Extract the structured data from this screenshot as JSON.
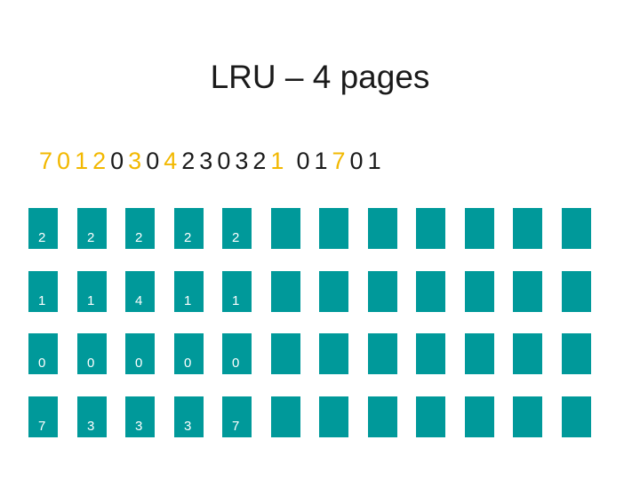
{
  "title": "LRU – 4 pages",
  "reference_string": [
    {
      "value": "7",
      "highlight": true
    },
    {
      "value": "0",
      "highlight": true
    },
    {
      "value": "1",
      "highlight": true
    },
    {
      "value": "2",
      "highlight": true
    },
    {
      "value": "0",
      "highlight": false
    },
    {
      "value": "3",
      "highlight": true
    },
    {
      "value": "0",
      "highlight": false
    },
    {
      "value": "4",
      "highlight": true
    },
    {
      "value": "2",
      "highlight": false
    },
    {
      "value": "3",
      "highlight": false
    },
    {
      "value": "0",
      "highlight": false
    },
    {
      "value": "3",
      "highlight": false
    },
    {
      "value": "2",
      "highlight": false
    },
    {
      "value": "1",
      "highlight": true
    },
    {
      "value": "0",
      "highlight": false
    },
    {
      "value": "1",
      "highlight": false
    },
    {
      "value": "7",
      "highlight": true
    },
    {
      "value": "0",
      "highlight": false
    },
    {
      "value": "1",
      "highlight": false
    }
  ],
  "colors": {
    "highlight": "#f2b800",
    "normal": "#1a1a1a",
    "frame_fill": "#00999a",
    "frame_text": "#ffffff"
  },
  "frames": {
    "columns": [
      [
        "2",
        "1",
        "0",
        "7"
      ],
      [
        "2",
        "1",
        "0",
        "3"
      ],
      [
        "2",
        "4",
        "0",
        "3"
      ],
      [
        "2",
        "1",
        "0",
        "3"
      ],
      [
        "2",
        "1",
        "0",
        "7"
      ],
      [
        "",
        "",
        "",
        ""
      ],
      [
        "",
        "",
        "",
        ""
      ],
      [
        "",
        "",
        "",
        ""
      ],
      [
        "",
        "",
        "",
        ""
      ],
      [
        "",
        "",
        "",
        ""
      ],
      [
        "",
        "",
        "",
        ""
      ],
      [
        "",
        "",
        "",
        ""
      ]
    ]
  }
}
